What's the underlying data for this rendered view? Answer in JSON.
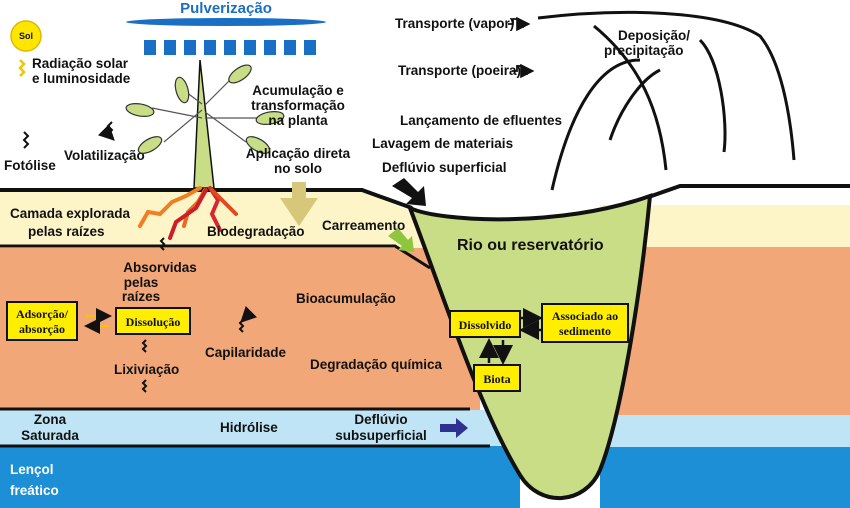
{
  "colors": {
    "sky": "#ffffff",
    "root_zone": "#fdf4c8",
    "soil": "#f2a778",
    "saturated_zone": "#bfe4f5",
    "water_table": "#1c8fd6",
    "river": "#c9dc86",
    "box_fill": "#ffee00",
    "spray_blue": "#1a6fc4",
    "arrow_black": "#111111",
    "arrow_green": "#8fc63f",
    "arrow_blue": "#2e3192",
    "arrow_khaki": "#d6c77a"
  },
  "top": {
    "spray": "Pulverização",
    "sun": "Sol",
    "solar_line1": "Radiação solar",
    "solar_line2": "e luminosidade",
    "photolysis": "Fotólise",
    "volatilization": "Volatilização",
    "plant_line1": "Acumulação e",
    "plant_line2": "transformação",
    "plant_line3": "na planta",
    "direct_line1": "Aplicação direta",
    "direct_line2": "no solo",
    "transport_vapor": "Transporte (vapor)",
    "transport_dust": "Transporte (poeira)",
    "deposition_line1": "Deposição/",
    "deposition_line2": "precipitação",
    "effluent": "Lançamento de efluentes",
    "washing": "Lavagem de materiais",
    "runoff": "Deflúvio superficial"
  },
  "soil": {
    "root_zone_line1": "Camada explorada",
    "root_zone_line2": "pelas raízes",
    "biodegradation": "Biodegradação",
    "carrying": "Carreamento",
    "absorbed_line1": "Absorvidas",
    "absorbed_line2": "pelas",
    "absorbed_line3": "raízes",
    "bioaccumulation": "Bioacumulação",
    "adsorption_line1": "Adsorção/",
    "adsorption_line2": "absorção",
    "dissolution": "Dissolução",
    "capillarity": "Capilaridade",
    "leaching": "Lixiviação",
    "chemical_degradation": "Degradação química",
    "saturated_line1": "Zona",
    "saturated_line2": "Saturada",
    "hydrolysis": "Hidrólise",
    "subsurface_line1": "Deflúvio",
    "subsurface_line2": "subsuperficial",
    "water_table_line1": "Lençol",
    "water_table_line2": "freático"
  },
  "river": {
    "title": "Rio ou reservatório",
    "dissolved": "Dissolvido",
    "sediment_line1": "Associado ao",
    "sediment_line2": "sedimento",
    "biota": "Biota"
  }
}
